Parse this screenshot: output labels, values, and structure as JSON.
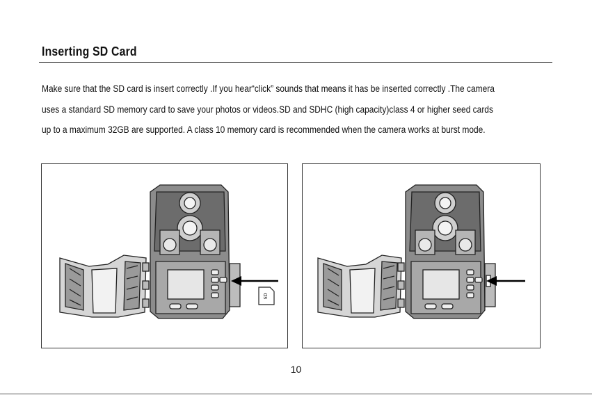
{
  "section": {
    "title": "Inserting SD Card"
  },
  "instructions": {
    "line1": "Make sure that the SD card is insert correctly .If you hear“click” sounds that means it has be inserted correctly .The camera",
    "line2": "uses a standard SD memory card to save your photos or videos.SD and SDHC (high capacity)class 4 or higher seed cards",
    "line3": "up to a maximum 32GB are supported. A class 10 memory card is recommended when the camera works at burst mode."
  },
  "figures": {
    "left": {
      "sd_card_label": "SD"
    },
    "right": {}
  },
  "footer": {
    "page_number": "10"
  }
}
